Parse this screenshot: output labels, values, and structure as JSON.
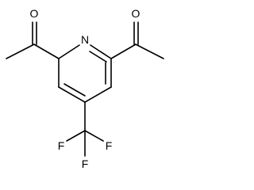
{
  "molecule": {
    "atoms": {
      "ring_nitrogen": "N",
      "left_carbonyl_oxygen": "O",
      "right_carbonyl_oxygen": "O",
      "fluorine_1": "F",
      "fluorine_2": "F",
      "fluorine_3": "F"
    }
  }
}
